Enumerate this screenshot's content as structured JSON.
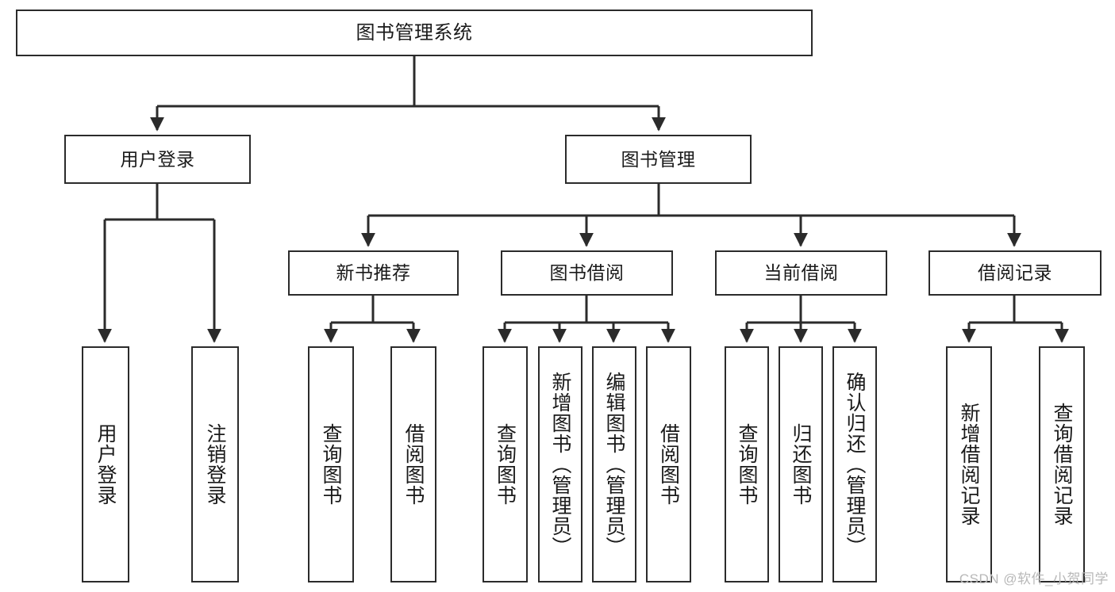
{
  "diagram": {
    "title": "图书管理系统",
    "type": "tree-hierarchy-diagram",
    "colors": {
      "box_border": "#2b2b2b",
      "box_fill": "#ffffff",
      "connector": "#2b2b2b",
      "background": "#ffffff",
      "watermark": "#b8b8b8"
    },
    "root": {
      "label": "图书管理系统"
    },
    "level2": [
      {
        "label": "用户登录"
      },
      {
        "label": "图书管理"
      }
    ],
    "level3": [
      {
        "label": "新书推荐"
      },
      {
        "label": "图书借阅"
      },
      {
        "label": "当前借阅"
      },
      {
        "label": "借阅记录"
      }
    ],
    "leaves": {
      "user_login": [
        {
          "label": "用户登录"
        },
        {
          "label": "注销登录"
        }
      ],
      "new_book_recommend": [
        {
          "label": "查询图书"
        },
        {
          "label": "借阅图书"
        }
      ],
      "book_borrow": [
        {
          "label": "查询图书"
        },
        {
          "label": "新增图书（管理员）"
        },
        {
          "label": "编辑图书（管理员）"
        },
        {
          "label": "借阅图书"
        }
      ],
      "current_borrow": [
        {
          "label": "查询图书"
        },
        {
          "label": "归还图书"
        },
        {
          "label": "确认归还（管理员）"
        }
      ],
      "borrow_record": [
        {
          "label": "新增借阅记录"
        },
        {
          "label": "查询借阅记录"
        }
      ]
    }
  },
  "watermark": {
    "text": "CSDN @软件_小贺同学"
  }
}
